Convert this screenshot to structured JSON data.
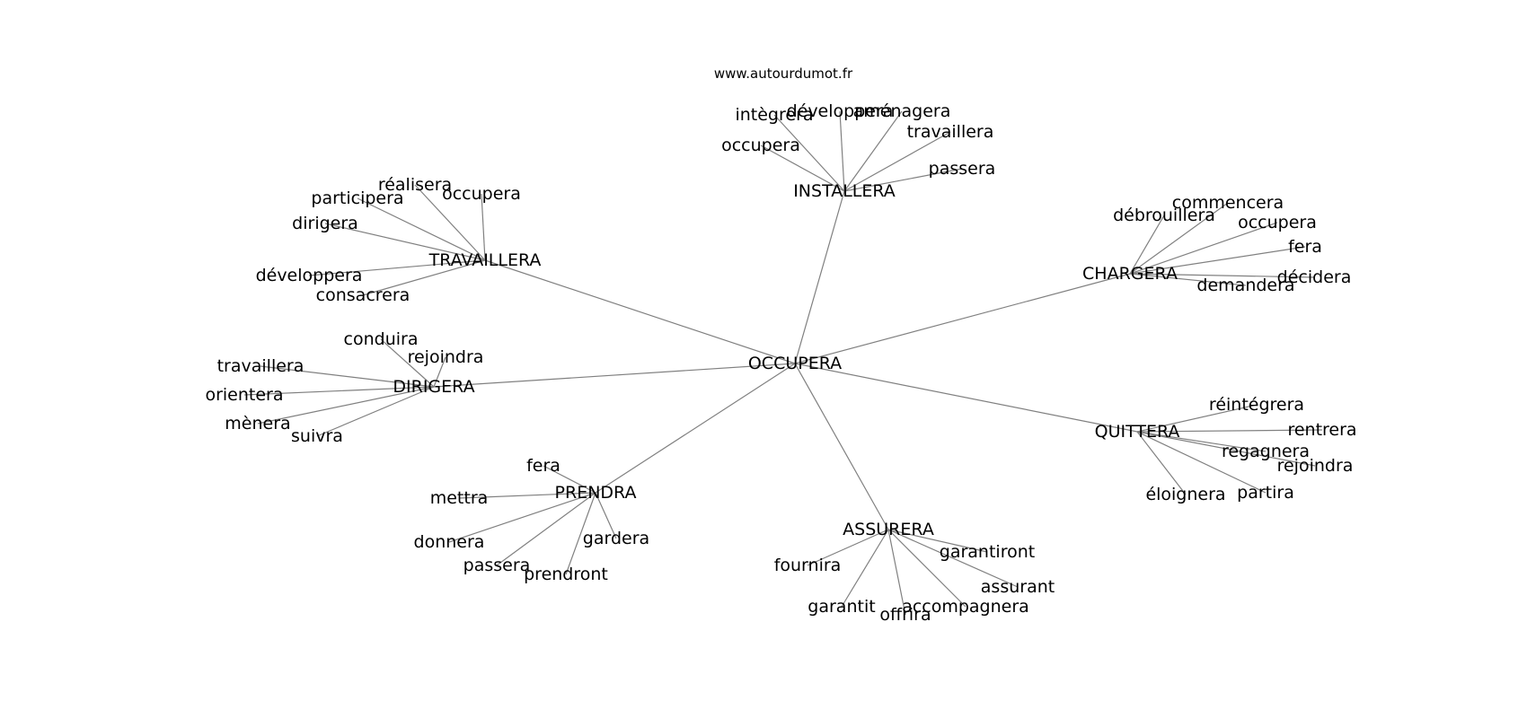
{
  "source": "www.autourdumot.fr",
  "center": "OCCUPERA",
  "hubs": [
    {
      "label": "INSTALLERA",
      "leaves": [
        "intègrera",
        "développera",
        "aménagera",
        "travaillera",
        "occupera",
        "passera"
      ]
    },
    {
      "label": "TRAVAILLERA",
      "leaves": [
        "réalisera",
        "participera",
        "occupera",
        "dirigera",
        "développera",
        "consacrera"
      ]
    },
    {
      "label": "CHARGERA",
      "leaves": [
        "commencera",
        "débrouillera",
        "occupera",
        "fera",
        "décidera",
        "demandera"
      ]
    },
    {
      "label": "DIRIGERA",
      "leaves": [
        "conduira",
        "rejoindra",
        "travaillera",
        "orientera",
        "mènera",
        "suivra"
      ]
    },
    {
      "label": "QUITTERA",
      "leaves": [
        "réintégrera",
        "rentrera",
        "regagnera",
        "rejoindra",
        "partira",
        "éloignera"
      ]
    },
    {
      "label": "PRENDRA",
      "leaves": [
        "fera",
        "mettra",
        "donnera",
        "gardera",
        "passera",
        "prendront"
      ]
    },
    {
      "label": "ASSURERA",
      "leaves": [
        "fournira",
        "garantiront",
        "assurant",
        "garantit",
        "offrira",
        "accompagnera"
      ]
    }
  ]
}
